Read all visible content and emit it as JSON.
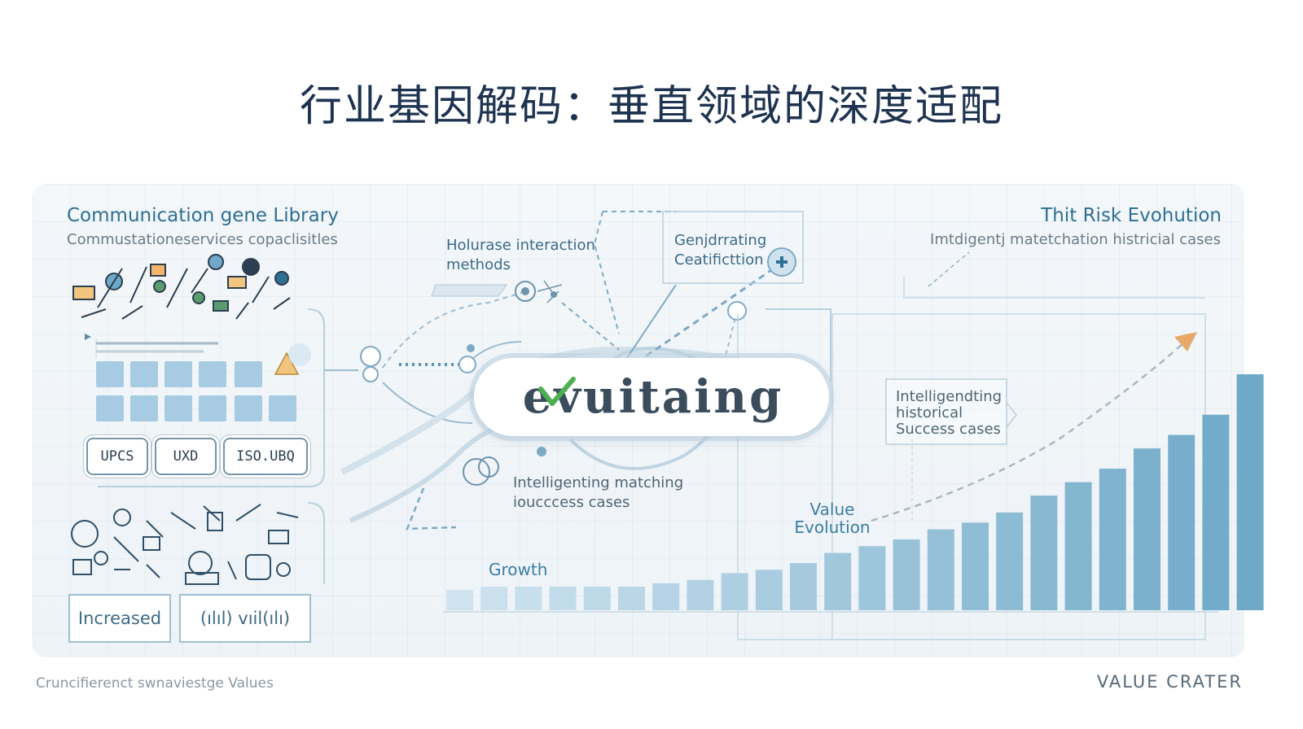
{
  "title": "行业基因解码：垂直领域的深度适配",
  "left_panel": {
    "title": "Communication gene Library",
    "subtitle": "Commustationeservices copaclisitles",
    "tags": [
      "UPCS",
      "UXD",
      "ISO.UBQ"
    ],
    "buttons": [
      "Increased",
      "(ılıl) vıil(ılı)"
    ]
  },
  "right_panel": {
    "title": "Thit Risk Evohution",
    "subtitle": "Imtdigentj matetchation histricial cases"
  },
  "annotations": {
    "interaction": "Holurase interaction methods",
    "certification": "Genjdrrating Ceatificttion",
    "matching": "Intelligenting matching ioucccess cases",
    "historical": "Intelligendting historical Success cases"
  },
  "center_label": "evuitaing",
  "chart_labels": {
    "value_evolution": "Value Evolution",
    "growth": "Growth"
  },
  "chart_data": {
    "type": "bar",
    "values": [
      6,
      7,
      7,
      7,
      7,
      7,
      8,
      9,
      11,
      12,
      14,
      17,
      19,
      21,
      24,
      26,
      29,
      34,
      38,
      42,
      48,
      52,
      58,
      70
    ]
  },
  "footer": {
    "left": "Cruncifierenct swnaviestge Values",
    "right": "VALUE CRATER"
  },
  "colors": {
    "bar_light": "#cfe3ef",
    "bar_dark": "#6fa9c8",
    "accent": "#2f6f93",
    "arrow": "#e7a86a"
  }
}
